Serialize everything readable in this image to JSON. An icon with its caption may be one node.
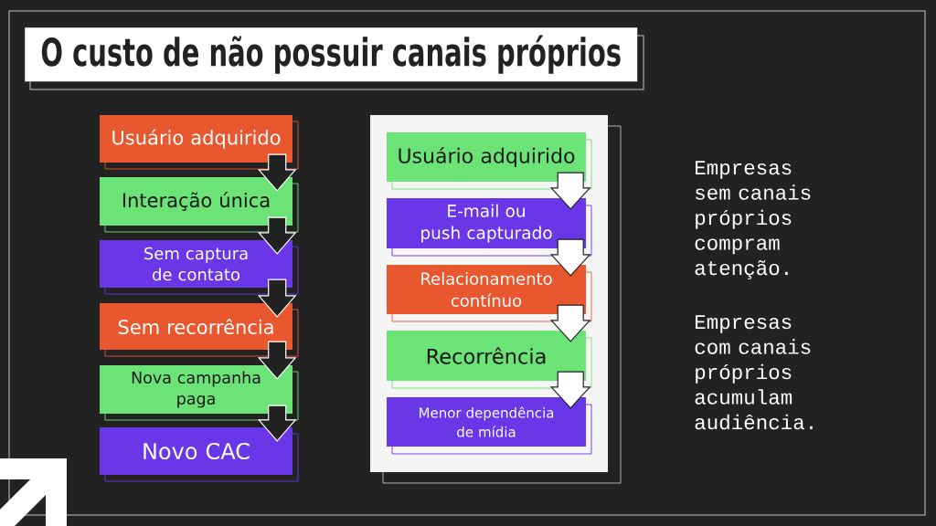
{
  "diagram": {
    "title": "O custo de não possuir canais próprios",
    "nodes": [
      {
        "text": [
          "Usuário adquirido"
        ]
      },
      {
        "text": [
          "Interação única"
        ]
      },
      {
        "text": [
          "Sem captura de contato"
        ]
      },
      {
        "text": [
          "Sem recorrência"
        ]
      },
      {
        "text": [
          "Nova campanha paga"
        ]
      },
      {
        "text": [
          "Novo CAC"
        ]
      },
      {
        "text": [],
        "shape": "box"
      },
      {
        "text": [
          "Usuário adquirido"
        ],
        "in": 6
      },
      {
        "text": [
          "E-mail ou push capturado"
        ],
        "in": 6
      },
      {
        "text": [
          "Relacionamento contínuo"
        ],
        "in": 6
      },
      {
        "text": [
          "Recorrência"
        ],
        "in": 6
      },
      {
        "text": [
          "Menor dependência de mídia"
        ],
        "in": 6
      }
    ],
    "edges": [
      {
        "from": 0,
        "to": 1,
        "arrow": "to"
      },
      {
        "from": 1,
        "to": 2,
        "arrow": "to"
      },
      {
        "from": 2,
        "to": 3,
        "arrow": "to"
      },
      {
        "from": 3,
        "to": 4,
        "arrow": "to"
      },
      {
        "from": 4,
        "to": 5,
        "arrow": "to"
      },
      {
        "from": 7,
        "to": 8,
        "arrow": "to",
        "color": "#ffffff"
      },
      {
        "from": 8,
        "to": 9,
        "arrow": "to",
        "color": "#ffffff"
      },
      {
        "from": 9,
        "to": 10,
        "arrow": "to",
        "color": "#ffffff"
      },
      {
        "from": 10,
        "to": 11,
        "arrow": "to",
        "color": "#ffffff"
      }
    ],
    "labels": [
      "Empresas sem canais próprios compram atenção.",
      "Empresas com canais próprios acumulam audiência."
    ]
  }
}
